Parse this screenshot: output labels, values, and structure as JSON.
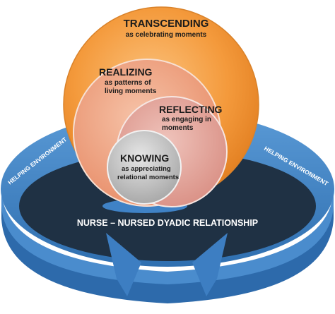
{
  "circles": {
    "transcending": {
      "title": "TRANSCENDING",
      "subtitle": [
        "as celebrating moments"
      ]
    },
    "realizing": {
      "title": "REALIZING",
      "subtitle": [
        "as patterns of",
        "living moments"
      ]
    },
    "reflecting": {
      "title": "REFLECTING",
      "subtitle": [
        "as engaging in",
        "moments"
      ]
    },
    "knowing": {
      "title": "KNOWING",
      "subtitle": [
        "as appreciating",
        "relational moments"
      ]
    }
  },
  "ring": {
    "left_label": "HELPING ENVIRONMENT",
    "right_label": "HELPING ENVIRONMENT",
    "center_label": "NURSE – NURSED DYADIC RELATIONSHIP"
  },
  "colors": {
    "ring_blue": "#3f82c6",
    "ring_dark": "#1f3144",
    "transcending": "#f49a3c",
    "realizing": "#ee9a72",
    "reflecting": "#e2a49a",
    "knowing": "#c5c5c5"
  }
}
